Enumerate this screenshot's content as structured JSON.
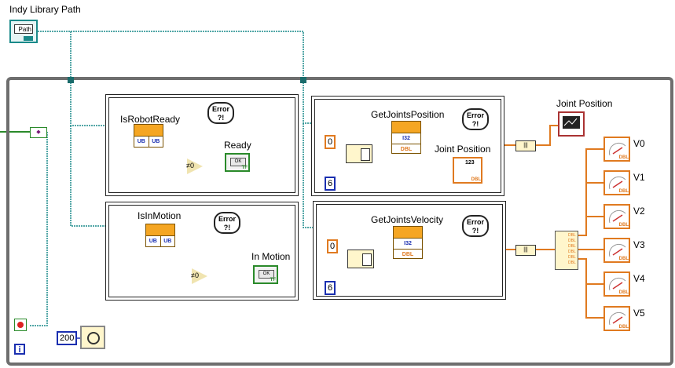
{
  "labels": {
    "indy_library_path": "Indy Library Path",
    "is_robot_ready": "IsRobotReady",
    "ready": "Ready",
    "is_in_motion": "IsInMotion",
    "in_motion": "In Motion",
    "get_joints_position": "GetJointsPosition",
    "joint_position_array": "Joint Position",
    "joint_position_graph": "Joint Position",
    "get_joints_velocity": "GetJointsVelocity",
    "v0": "V0",
    "v1": "V1",
    "v2": "V2",
    "v3": "V3",
    "v4": "V4",
    "v5": "V5"
  },
  "constants": {
    "pos_index": "0",
    "pos_length": "6",
    "vel_index": "0",
    "vel_length": "6",
    "wait_ms": "200",
    "loop_iteration": "i"
  },
  "glyphs": {
    "error_line1": "Error",
    "error_line2": "?!",
    "path": "Path",
    "ok": "OK",
    "tf": "TF",
    "dbl": "DBL",
    "not_zero": "≠0",
    "ub": "UB",
    "i32": "I32",
    "array_index": "123"
  },
  "colors": {
    "loop_border": "#6e6e6e",
    "path_wire": "#1a8a8a",
    "bool_wire": "#2a8a2a",
    "int_wire": "#1a2fb0",
    "dbl_wire": "#e07a20",
    "subvi_fill": "#f5a623"
  }
}
